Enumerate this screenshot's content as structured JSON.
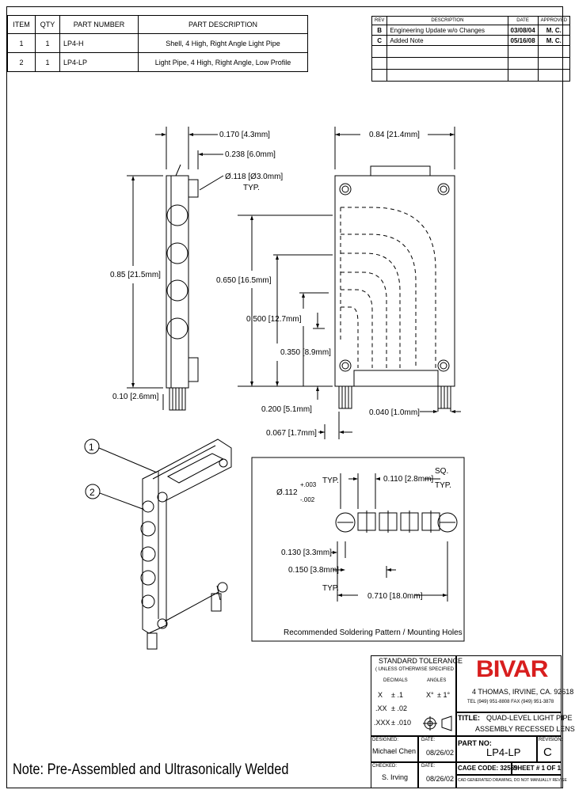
{
  "bom": {
    "headers": [
      "ITEM",
      "QTY",
      "PART NUMBER",
      "PART DESCRIPTION"
    ],
    "rows": [
      [
        "1",
        "1",
        "LP4-H",
        "Shell, 4 High, Right Angle Light Pipe"
      ],
      [
        "2",
        "1",
        "LP4-LP",
        "Light Pipe, 4 High, Right Angle, Low Profile"
      ]
    ]
  },
  "revisions": {
    "headers": [
      "REV",
      "DESCRIPTION",
      "DATE",
      "APPROVED"
    ],
    "rows": [
      [
        "B",
        "Engineering Update w/o Changes",
        "03/08/04",
        "M. C."
      ],
      [
        "C",
        "Added Note",
        "05/16/08",
        "M. C."
      ],
      [
        "",
        "",
        "",
        ""
      ],
      [
        "",
        "",
        "",
        ""
      ],
      [
        "",
        "",
        "",
        ""
      ]
    ]
  },
  "dims": {
    "d1": "0.170 [4.3mm]",
    "d2": "0.238 [6.0mm]",
    "d3": "Ø.118 [Ø3.0mm]",
    "typ": "TYP.",
    "d4": "0.85 [21.5mm]",
    "d5": "0.10 [2.6mm]",
    "d6": "0.84 [21.4mm]",
    "d7": "0.650 [16.5mm]",
    "d8": "0.500 [12.7mm]",
    "d9": "0.350 [8.9mm]",
    "d10": "0.200 [5.1mm]",
    "d11": "0.040 [1.0mm]",
    "d12": "0.067 [1.7mm]",
    "d13": "Ø.112",
    "d13tol_up": "+.003",
    "d13tol_dn": "-.002",
    "d14": "0.110 [2.8mm]",
    "sq": "SQ.",
    "d15": "0.130 [3.3mm]",
    "d16": "0.150 [3.8mm]",
    "d17": "0.710 [18.0mm]",
    "pattern_caption": "Recommended Soldering Pattern / Mounting Holes",
    "balloon1": "1",
    "balloon2": "2"
  },
  "note": "Note: Pre-Assembled and Ultrasonically Welded",
  "tolerance": {
    "title": "STANDARD TOLERANCE",
    "subtitle": "( UNLESS OTHERWISE SPECIFIED )",
    "decimals": "DECIMALS",
    "angles": "ANGLES",
    "x": "X",
    "x_val": "± .1",
    "xx": ".XX",
    "xx_val": "± .02",
    "xxx": ".XXX",
    "xxx_val": "± .010",
    "ang": "X°",
    "ang_val": "± 1°"
  },
  "company": {
    "logo": "BIVAR",
    "address": "4 THOMAS, IRVINE, CA. 92618",
    "phone": "TEL (949) 951-8808     FAX (949) 951-3878"
  },
  "title_block": {
    "title_label": "TITLE:",
    "title1": "QUAD-LEVEL LIGHT PIPE",
    "title2": "ASSEMBLY  RECESSED LENS",
    "designed_label": "DESIGNED:",
    "designer": "Michael Chen",
    "date_label": "DATE:",
    "date1": "08/26/02",
    "part_no_label": "PART NO:",
    "part_no": "LP4-LP",
    "revision_label": "REVISION:",
    "revision": "C",
    "checked_label": "CHECKED:",
    "checker": "S. Irving",
    "date2": "08/26/02",
    "cage_code": "CAGE CODE:  32559",
    "sheet": "SHEET #  1  OF  1",
    "disclaimer": "CAD GENERATED DRAWING, DO NOT MANUALLY REVISE"
  }
}
